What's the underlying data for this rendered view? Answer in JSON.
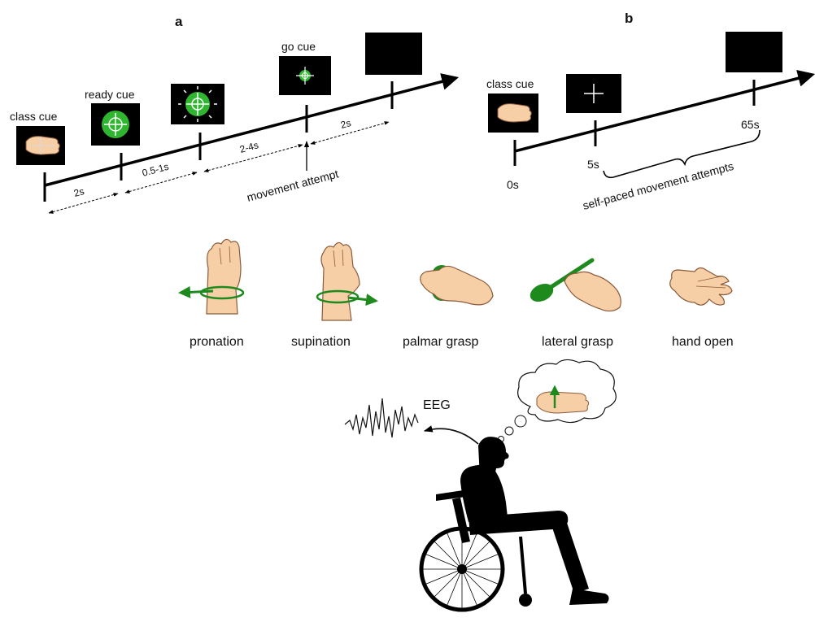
{
  "panel_a": {
    "label": "a",
    "cues": {
      "class": "class cue",
      "ready": "ready cue",
      "go": "go cue"
    },
    "durations": [
      "2s",
      "0.5-1s",
      "2-4s",
      "2s"
    ],
    "movement_attempt": "movement attempt"
  },
  "panel_b": {
    "label": "b",
    "class_cue": "class cue",
    "times": [
      "0s",
      "5s",
      "65s"
    ],
    "self_paced": "self-paced movement attempts"
  },
  "movements": [
    "pronation",
    "supination",
    "palmar grasp",
    "lateral grasp",
    "hand open"
  ],
  "eeg_label": "EEG",
  "colors": {
    "cue_green": "#2fb52f",
    "arrow_green": "#1e8a1e",
    "skin": "#f7cfa6",
    "skin_outline": "#8a5a3a",
    "black": "#000000"
  }
}
